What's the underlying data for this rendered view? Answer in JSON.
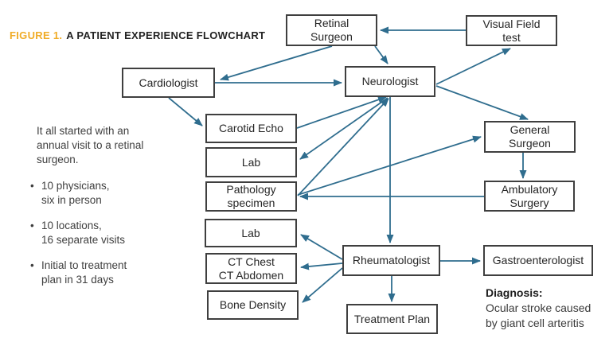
{
  "figure": {
    "label": "FIGURE 1.",
    "title": "A PATIENT EXPERIENCE FLOWCHART"
  },
  "story": {
    "intro": "It all started with an\nannual visit to a retinal\nsurgeon.",
    "bullets": [
      "10 physicians,\nsix in person",
      "10 locations,\n16 separate visits",
      "Initial to treatment\nplan in 31 days"
    ]
  },
  "diagnosis": {
    "label": "Diagnosis:",
    "text": "Ocular stroke caused\nby giant cell arteritis"
  },
  "nodes": {
    "retinal_surgeon": {
      "label": "Retinal\nSurgeon"
    },
    "visual_field_test": {
      "label": "Visual Field\ntest"
    },
    "cardiologist": {
      "label": "Cardiologist"
    },
    "neurologist": {
      "label": "Neurologist"
    },
    "carotid_echo": {
      "label": "Carotid Echo"
    },
    "lab_1": {
      "label": "Lab"
    },
    "pathology_specimen": {
      "label": "Pathology\nspecimen"
    },
    "lab_2": {
      "label": "Lab"
    },
    "ct_chest_abdomen": {
      "label": "CT Chest\nCT Abdomen"
    },
    "bone_density": {
      "label": "Bone Density"
    },
    "general_surgeon": {
      "label": "General\nSurgeon"
    },
    "ambulatory_surgery": {
      "label": "Ambulatory\nSurgery"
    },
    "rheumatologist": {
      "label": "Rheumatologist"
    },
    "gastroenterologist": {
      "label": "Gastroenterologist"
    },
    "treatment_plan": {
      "label": "Treatment Plan"
    }
  },
  "edges": [
    {
      "from": "Visual Field test",
      "to": "Retinal Surgeon"
    },
    {
      "from": "Retinal Surgeon",
      "to": "Cardiologist"
    },
    {
      "from": "Retinal Surgeon",
      "to": "Neurologist"
    },
    {
      "from": "Cardiologist",
      "to": "Neurologist"
    },
    {
      "from": "Cardiologist",
      "to": "Carotid Echo"
    },
    {
      "from": "Carotid Echo",
      "to": "Neurologist"
    },
    {
      "from": "Neurologist",
      "to": "Lab"
    },
    {
      "from": "Pathology specimen",
      "to": "Neurologist"
    },
    {
      "from": "Ambulatory Surgery",
      "to": "Pathology specimen"
    },
    {
      "from": "Pathology specimen",
      "to": "General Surgeon"
    },
    {
      "from": "Neurologist",
      "to": "Visual Field test"
    },
    {
      "from": "Neurologist",
      "to": "General Surgeon"
    },
    {
      "from": "General Surgeon",
      "to": "Ambulatory Surgery"
    },
    {
      "from": "Neurologist",
      "to": "Rheumatologist"
    },
    {
      "from": "Rheumatologist",
      "to": "Lab"
    },
    {
      "from": "Rheumatologist",
      "to": "CT Chest CT Abdomen"
    },
    {
      "from": "Rheumatologist",
      "to": "Bone Density"
    },
    {
      "from": "Rheumatologist",
      "to": "Gastroenterologist"
    },
    {
      "from": "Rheumatologist",
      "to": "Treatment Plan"
    }
  ],
  "colors": {
    "arrow": "#2F6D8E",
    "figure_label": "#F0AC27",
    "box_border": "#3F3F3F",
    "body_text": "#3F3F3F"
  }
}
